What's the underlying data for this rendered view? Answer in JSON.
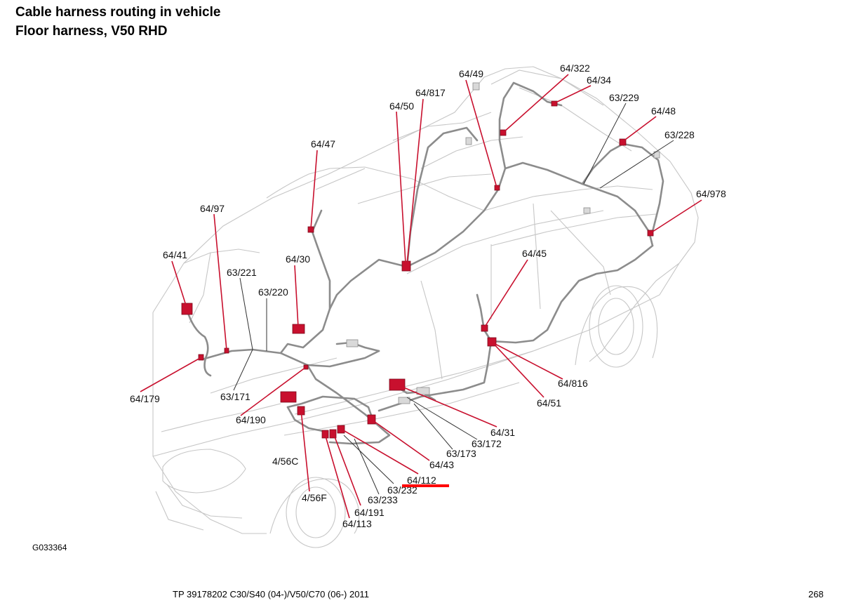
{
  "title": {
    "line1": "Cable harness routing in vehicle",
    "line2": "Floor harness, V50 RHD"
  },
  "figure_code": "G033364",
  "footer": {
    "doc_ref": "TP 39178202 C30/S40 (04-)/V50/C70 (06-) 2011",
    "page_number": "268"
  },
  "colors": {
    "connector": "#c8102e",
    "leader_red": "#c8102e",
    "leader_black": "#333333",
    "outline": "#c6c6c6",
    "harness": "#8c8c8c",
    "highlight": "#ff0000"
  },
  "labels": [
    "64/49",
    "64/322",
    "64/34",
    "64/817",
    "64/50",
    "63/229",
    "64/48",
    "63/228",
    "64/47",
    "64/978",
    "64/97",
    "64/41",
    "64/30",
    "64/45",
    "63/221",
    "63/220",
    "64/179",
    "63/171",
    "64/190",
    "64/816",
    "64/51",
    "64/31",
    "63/172",
    "63/173",
    "64/43",
    "4/56C",
    "64/112",
    "63/232",
    "4/56F",
    "63/233",
    "64/191",
    "64/113"
  ]
}
